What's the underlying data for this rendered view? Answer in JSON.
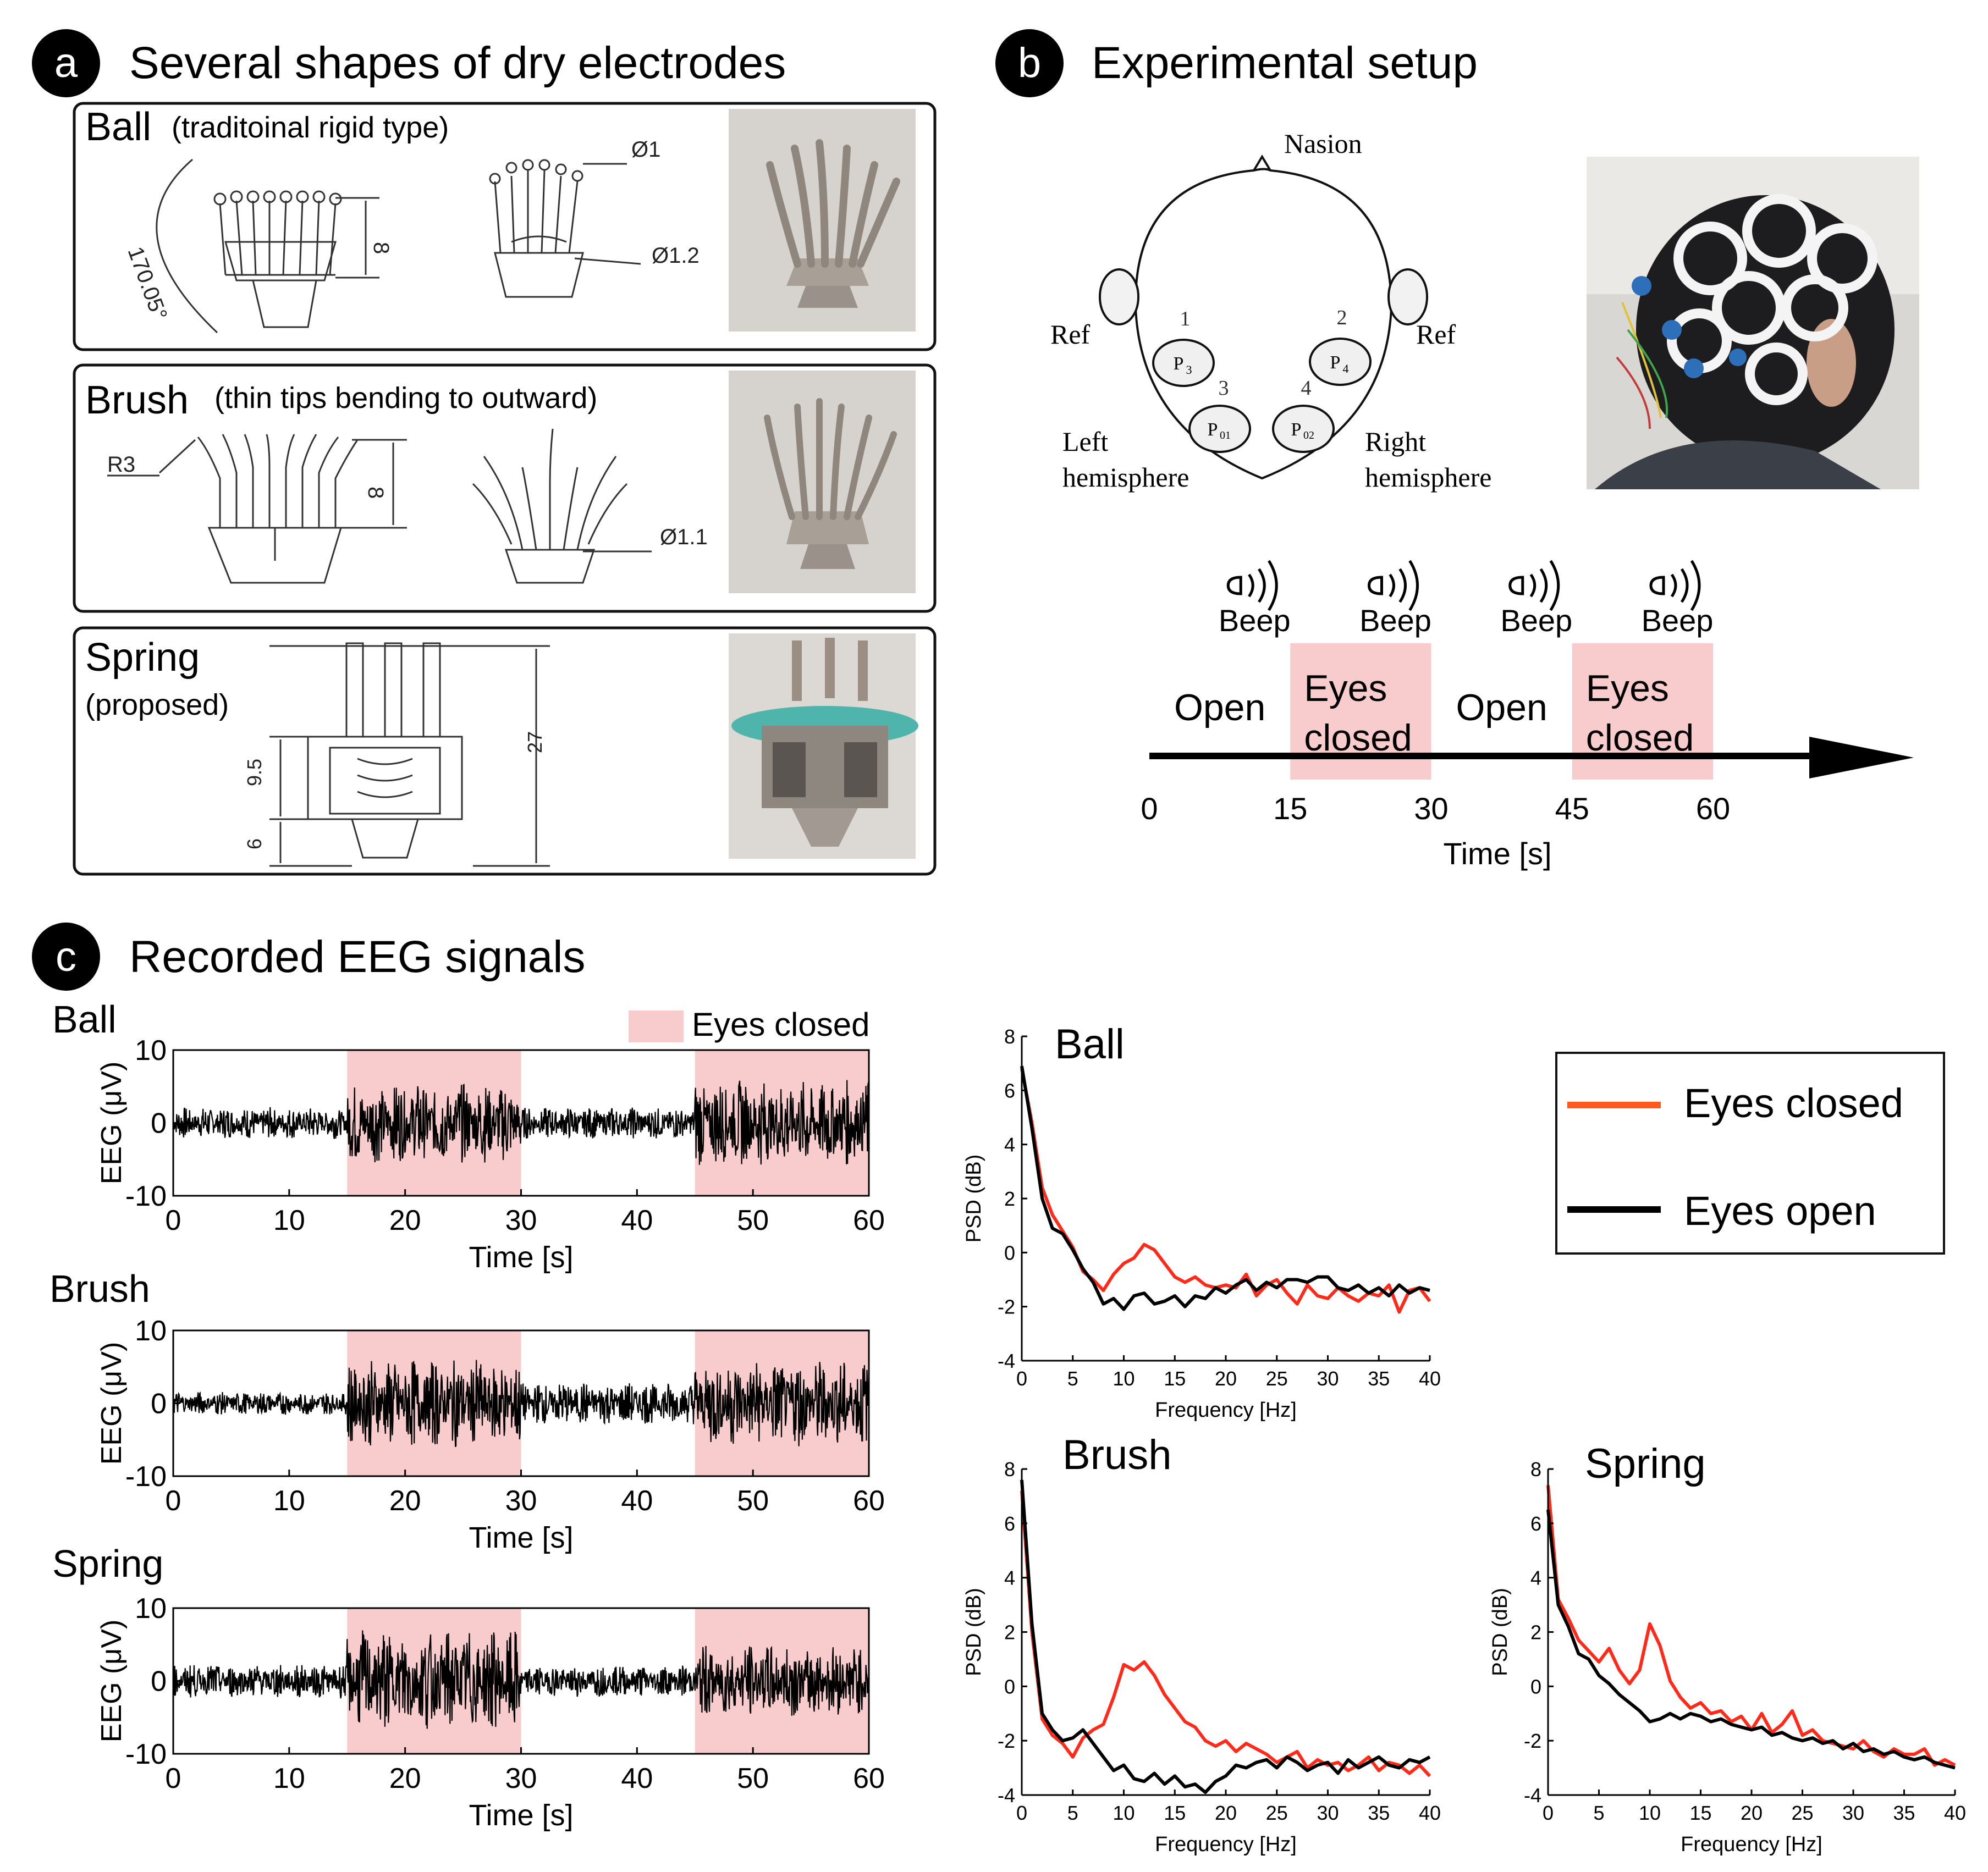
{
  "panel_a": {
    "letter": "a",
    "title": "Several shapes of dry electrodes",
    "ball": {
      "name": "Ball",
      "desc": "(traditoinal rigid type)",
      "dims": {
        "angle": "170.05°",
        "height": "8",
        "tip": "Ø1",
        "post": "Ø1.2"
      }
    },
    "brush": {
      "name": "Brush",
      "desc": "(thin tips bending to outward)",
      "dims": {
        "radius": "R3",
        "height": "8",
        "tip": "Ø1.1"
      }
    },
    "spring": {
      "name": "Spring",
      "desc": "(proposed)",
      "dims": {
        "total": "27",
        "mid": "9.5",
        "base": "6"
      }
    }
  },
  "panel_b": {
    "letter": "b",
    "title": "Experimental setup",
    "head": {
      "nasion": "Nasion",
      "ref_left": "Ref",
      "ref_right": "Ref",
      "left_hemisphere": [
        "Left",
        "hemisphere"
      ],
      "right_hemisphere": [
        "Right",
        "hemisphere"
      ],
      "electrodes": [
        {
          "num": "1",
          "label": "P",
          "sub": "3"
        },
        {
          "num": "2",
          "label": "P",
          "sub": "4"
        },
        {
          "num": "3",
          "label": "P",
          "sub": "01"
        },
        {
          "num": "4",
          "label": "P",
          "sub": "02"
        }
      ]
    },
    "timeline": {
      "beep": "Beep",
      "segments": [
        {
          "label": [
            "Open"
          ],
          "start": 0,
          "end": 15,
          "shaded": false
        },
        {
          "label": [
            "Eyes",
            "closed"
          ],
          "start": 15,
          "end": 30,
          "shaded": true
        },
        {
          "label": [
            "Open"
          ],
          "start": 30,
          "end": 45,
          "shaded": false
        },
        {
          "label": [
            "Eyes",
            "closed"
          ],
          "start": 45,
          "end": 60,
          "shaded": true
        }
      ],
      "beep_times": [
        15,
        30,
        45,
        60
      ],
      "ticks": [
        "0",
        "15",
        "30",
        "45",
        "60"
      ],
      "xlabel": "Time [s]"
    }
  },
  "panel_c": {
    "letter": "c",
    "title": "Recorded EEG signals",
    "legend_shade": "Eyes closed",
    "psd_legend": {
      "closed": "Eyes closed",
      "open": "Eyes open"
    }
  },
  "colors": {
    "shade": "#f8cccc",
    "closed_line": "#ff2a1a",
    "legend_closed": "#ff5a1e",
    "open_line": "#000000",
    "badge": "#000000"
  },
  "chart_data": [
    {
      "type": "line",
      "title": "Ball",
      "xlabel": "Time [s]",
      "ylabel": "EEG (μV)",
      "xlim": [
        0,
        60
      ],
      "ylim": [
        -10,
        10
      ],
      "xticks": [
        "0",
        "10",
        "20",
        "30",
        "40",
        "50",
        "60"
      ],
      "yticks": [
        "10",
        "0",
        "-10"
      ],
      "shaded_intervals": [
        [
          15,
          30
        ],
        [
          45,
          60
        ]
      ],
      "amplitude_profile": [
        {
          "range": [
            0,
            15
          ],
          "amp": 2.2
        },
        {
          "range": [
            15,
            30
          ],
          "amp": 5.5
        },
        {
          "range": [
            30,
            45
          ],
          "amp": 2.2
        },
        {
          "range": [
            45,
            60
          ],
          "amp": 6
        }
      ]
    },
    {
      "type": "line",
      "title": "Brush",
      "xlabel": "Time [s]",
      "ylabel": "EEG (μV)",
      "xlim": [
        0,
        60
      ],
      "ylim": [
        -10,
        10
      ],
      "xticks": [
        "0",
        "10",
        "20",
        "30",
        "40",
        "50",
        "60"
      ],
      "yticks": [
        "10",
        "0",
        "-10"
      ],
      "shaded_intervals": [
        [
          15,
          30
        ],
        [
          45,
          60
        ]
      ],
      "amplitude_profile": [
        {
          "range": [
            0,
            15
          ],
          "amp": 1.6
        },
        {
          "range": [
            15,
            30
          ],
          "amp": 6
        },
        {
          "range": [
            30,
            45
          ],
          "amp": 3
        },
        {
          "range": [
            45,
            60
          ],
          "amp": 6
        }
      ]
    },
    {
      "type": "line",
      "title": "Spring",
      "xlabel": "Time [s]",
      "ylabel": "EEG (μV)",
      "xlim": [
        0,
        60
      ],
      "ylim": [
        -10,
        10
      ],
      "xticks": [
        "0",
        "10",
        "20",
        "30",
        "40",
        "50",
        "60"
      ],
      "yticks": [
        "10",
        "0",
        "-10"
      ],
      "shaded_intervals": [
        [
          15,
          30
        ],
        [
          45,
          60
        ]
      ],
      "amplitude_profile": [
        {
          "range": [
            0,
            15
          ],
          "amp": 2.4
        },
        {
          "range": [
            15,
            30
          ],
          "amp": 7
        },
        {
          "range": [
            30,
            45
          ],
          "amp": 2.2
        },
        {
          "range": [
            45,
            60
          ],
          "amp": 5
        }
      ]
    },
    {
      "type": "line",
      "title": "Ball",
      "xlabel": "Frequency [Hz]",
      "ylabel": "PSD (dB)",
      "xlim": [
        0,
        40
      ],
      "ylim": [
        -4,
        8
      ],
      "xticks": [
        "0",
        "5",
        "10",
        "15",
        "20",
        "25",
        "30",
        "35",
        "40"
      ],
      "yticks": [
        "8",
        "6",
        "4",
        "2",
        "0",
        "-2",
        "-4"
      ],
      "series": [
        {
          "name": "Eyes closed",
          "x": [
            0,
            1,
            2,
            3,
            4,
            5,
            6,
            7,
            8,
            9,
            10,
            11,
            12,
            13,
            14,
            15,
            16,
            17,
            18,
            19,
            20,
            21,
            22,
            23,
            24,
            25,
            26,
            27,
            28,
            29,
            30,
            31,
            32,
            33,
            34,
            35,
            36,
            37,
            38,
            39,
            40
          ],
          "y": [
            6.8,
            4.8,
            2.4,
            1.4,
            0.8,
            0.2,
            -0.7,
            -1.0,
            -1.4,
            -0.8,
            -0.4,
            -0.2,
            0.3,
            0.1,
            -0.4,
            -0.9,
            -1.1,
            -0.9,
            -1.2,
            -1.3,
            -1.2,
            -1.3,
            -0.8,
            -1.6,
            -1.2,
            -1.0,
            -1.5,
            -1.9,
            -1.2,
            -1.6,
            -1.7,
            -1.3,
            -1.6,
            -1.8,
            -1.5,
            -1.6,
            -1.2,
            -2.2,
            -1.4,
            -1.3,
            -1.8
          ]
        },
        {
          "name": "Eyes open",
          "x": [
            0,
            1,
            2,
            3,
            4,
            5,
            6,
            7,
            8,
            9,
            10,
            11,
            12,
            13,
            14,
            15,
            16,
            17,
            18,
            19,
            20,
            21,
            22,
            23,
            24,
            25,
            26,
            27,
            28,
            29,
            30,
            31,
            32,
            33,
            34,
            35,
            36,
            37,
            38,
            39,
            40
          ],
          "y": [
            6.9,
            4.6,
            2.0,
            0.9,
            0.7,
            0.1,
            -0.6,
            -1.1,
            -1.9,
            -1.7,
            -2.1,
            -1.6,
            -1.5,
            -1.9,
            -1.8,
            -1.6,
            -2.0,
            -1.6,
            -1.7,
            -1.3,
            -1.5,
            -1.2,
            -1.0,
            -1.4,
            -1.1,
            -1.3,
            -1.0,
            -1.0,
            -1.1,
            -0.9,
            -0.9,
            -1.3,
            -1.4,
            -1.2,
            -1.5,
            -1.3,
            -1.6,
            -1.2,
            -1.5,
            -1.3,
            -1.4
          ]
        }
      ]
    },
    {
      "type": "line",
      "title": "Brush",
      "xlabel": "Frequency [Hz]",
      "ylabel": "PSD (dB)",
      "xlim": [
        0,
        40
      ],
      "ylim": [
        -4,
        8
      ],
      "xticks": [
        "0",
        "5",
        "10",
        "15",
        "20",
        "25",
        "30",
        "35",
        "40"
      ],
      "yticks": [
        "8",
        "6",
        "4",
        "2",
        "0",
        "-2",
        "-4"
      ],
      "series": [
        {
          "name": "Eyes closed",
          "x": [
            0,
            1,
            2,
            3,
            4,
            5,
            6,
            7,
            8,
            9,
            10,
            11,
            12,
            13,
            14,
            15,
            16,
            17,
            18,
            19,
            20,
            21,
            22,
            23,
            24,
            25,
            26,
            27,
            28,
            29,
            30,
            31,
            32,
            33,
            34,
            35,
            36,
            37,
            38,
            39,
            40
          ],
          "y": [
            7.2,
            2.0,
            -1.2,
            -1.8,
            -2.1,
            -2.6,
            -1.9,
            -1.6,
            -1.4,
            -0.4,
            0.8,
            0.6,
            0.9,
            0.4,
            -0.3,
            -0.8,
            -1.3,
            -1.5,
            -2.0,
            -2.2,
            -2.0,
            -2.4,
            -2.1,
            -2.3,
            -2.5,
            -2.8,
            -2.6,
            -2.4,
            -3.0,
            -2.7,
            -2.9,
            -2.8,
            -3.1,
            -2.9,
            -2.6,
            -3.1,
            -2.8,
            -2.9,
            -3.2,
            -2.9,
            -3.3
          ]
        },
        {
          "name": "Eyes open",
          "x": [
            0,
            1,
            2,
            3,
            4,
            5,
            6,
            7,
            8,
            9,
            10,
            11,
            12,
            13,
            14,
            15,
            16,
            17,
            18,
            19,
            20,
            21,
            22,
            23,
            24,
            25,
            26,
            27,
            28,
            29,
            30,
            31,
            32,
            33,
            34,
            35,
            36,
            37,
            38,
            39,
            40
          ],
          "y": [
            7.6,
            2.3,
            -1.0,
            -1.6,
            -2.0,
            -1.9,
            -1.6,
            -2.1,
            -2.6,
            -3.1,
            -2.9,
            -3.4,
            -3.5,
            -3.2,
            -3.6,
            -3.3,
            -3.7,
            -3.6,
            -3.9,
            -3.5,
            -3.3,
            -2.9,
            -3.0,
            -2.8,
            -2.7,
            -3.0,
            -2.6,
            -2.8,
            -3.1,
            -2.9,
            -2.8,
            -3.2,
            -2.7,
            -3.0,
            -2.8,
            -2.6,
            -2.9,
            -3.0,
            -2.7,
            -2.8,
            -2.6
          ]
        }
      ]
    },
    {
      "type": "line",
      "title": "Spring",
      "xlabel": "Frequency [Hz]",
      "ylabel": "PSD (dB)",
      "xlim": [
        0,
        40
      ],
      "ylim": [
        -4,
        8
      ],
      "xticks": [
        "0",
        "5",
        "10",
        "15",
        "20",
        "25",
        "30",
        "35",
        "40"
      ],
      "yticks": [
        "8",
        "6",
        "4",
        "2",
        "0",
        "-2",
        "-4"
      ],
      "series": [
        {
          "name": "Eyes closed",
          "x": [
            0,
            1,
            2,
            3,
            4,
            5,
            6,
            7,
            8,
            9,
            10,
            11,
            12,
            13,
            14,
            15,
            16,
            17,
            18,
            19,
            20,
            21,
            22,
            23,
            24,
            25,
            26,
            27,
            28,
            29,
            30,
            31,
            32,
            33,
            34,
            35,
            36,
            37,
            38,
            39,
            40
          ],
          "y": [
            7.4,
            3.2,
            2.5,
            1.7,
            1.3,
            0.9,
            1.4,
            0.6,
            0.1,
            0.6,
            2.3,
            1.5,
            0.2,
            -0.4,
            -0.8,
            -0.6,
            -1.0,
            -0.9,
            -1.3,
            -1.1,
            -1.6,
            -1.0,
            -1.7,
            -1.4,
            -0.9,
            -1.8,
            -1.6,
            -2.0,
            -2.1,
            -2.2,
            -2.3,
            -2.0,
            -2.4,
            -2.6,
            -2.3,
            -2.5,
            -2.5,
            -2.3,
            -2.9,
            -2.7,
            -2.9
          ]
        },
        {
          "name": "Eyes open",
          "x": [
            0,
            1,
            2,
            3,
            4,
            5,
            6,
            7,
            8,
            9,
            10,
            11,
            12,
            13,
            14,
            15,
            16,
            17,
            18,
            19,
            20,
            21,
            22,
            23,
            24,
            25,
            26,
            27,
            28,
            29,
            30,
            31,
            32,
            33,
            34,
            35,
            36,
            37,
            38,
            39,
            40
          ],
          "y": [
            6.5,
            3.0,
            2.2,
            1.2,
            1.0,
            0.4,
            0.1,
            -0.3,
            -0.6,
            -0.9,
            -1.3,
            -1.2,
            -1.0,
            -1.2,
            -1.0,
            -1.1,
            -1.3,
            -1.2,
            -1.4,
            -1.5,
            -1.6,
            -1.5,
            -1.8,
            -1.7,
            -1.9,
            -2.0,
            -1.9,
            -2.1,
            -2.0,
            -2.3,
            -2.1,
            -2.4,
            -2.3,
            -2.5,
            -2.4,
            -2.6,
            -2.7,
            -2.6,
            -2.8,
            -2.9,
            -3.0
          ]
        }
      ]
    }
  ]
}
